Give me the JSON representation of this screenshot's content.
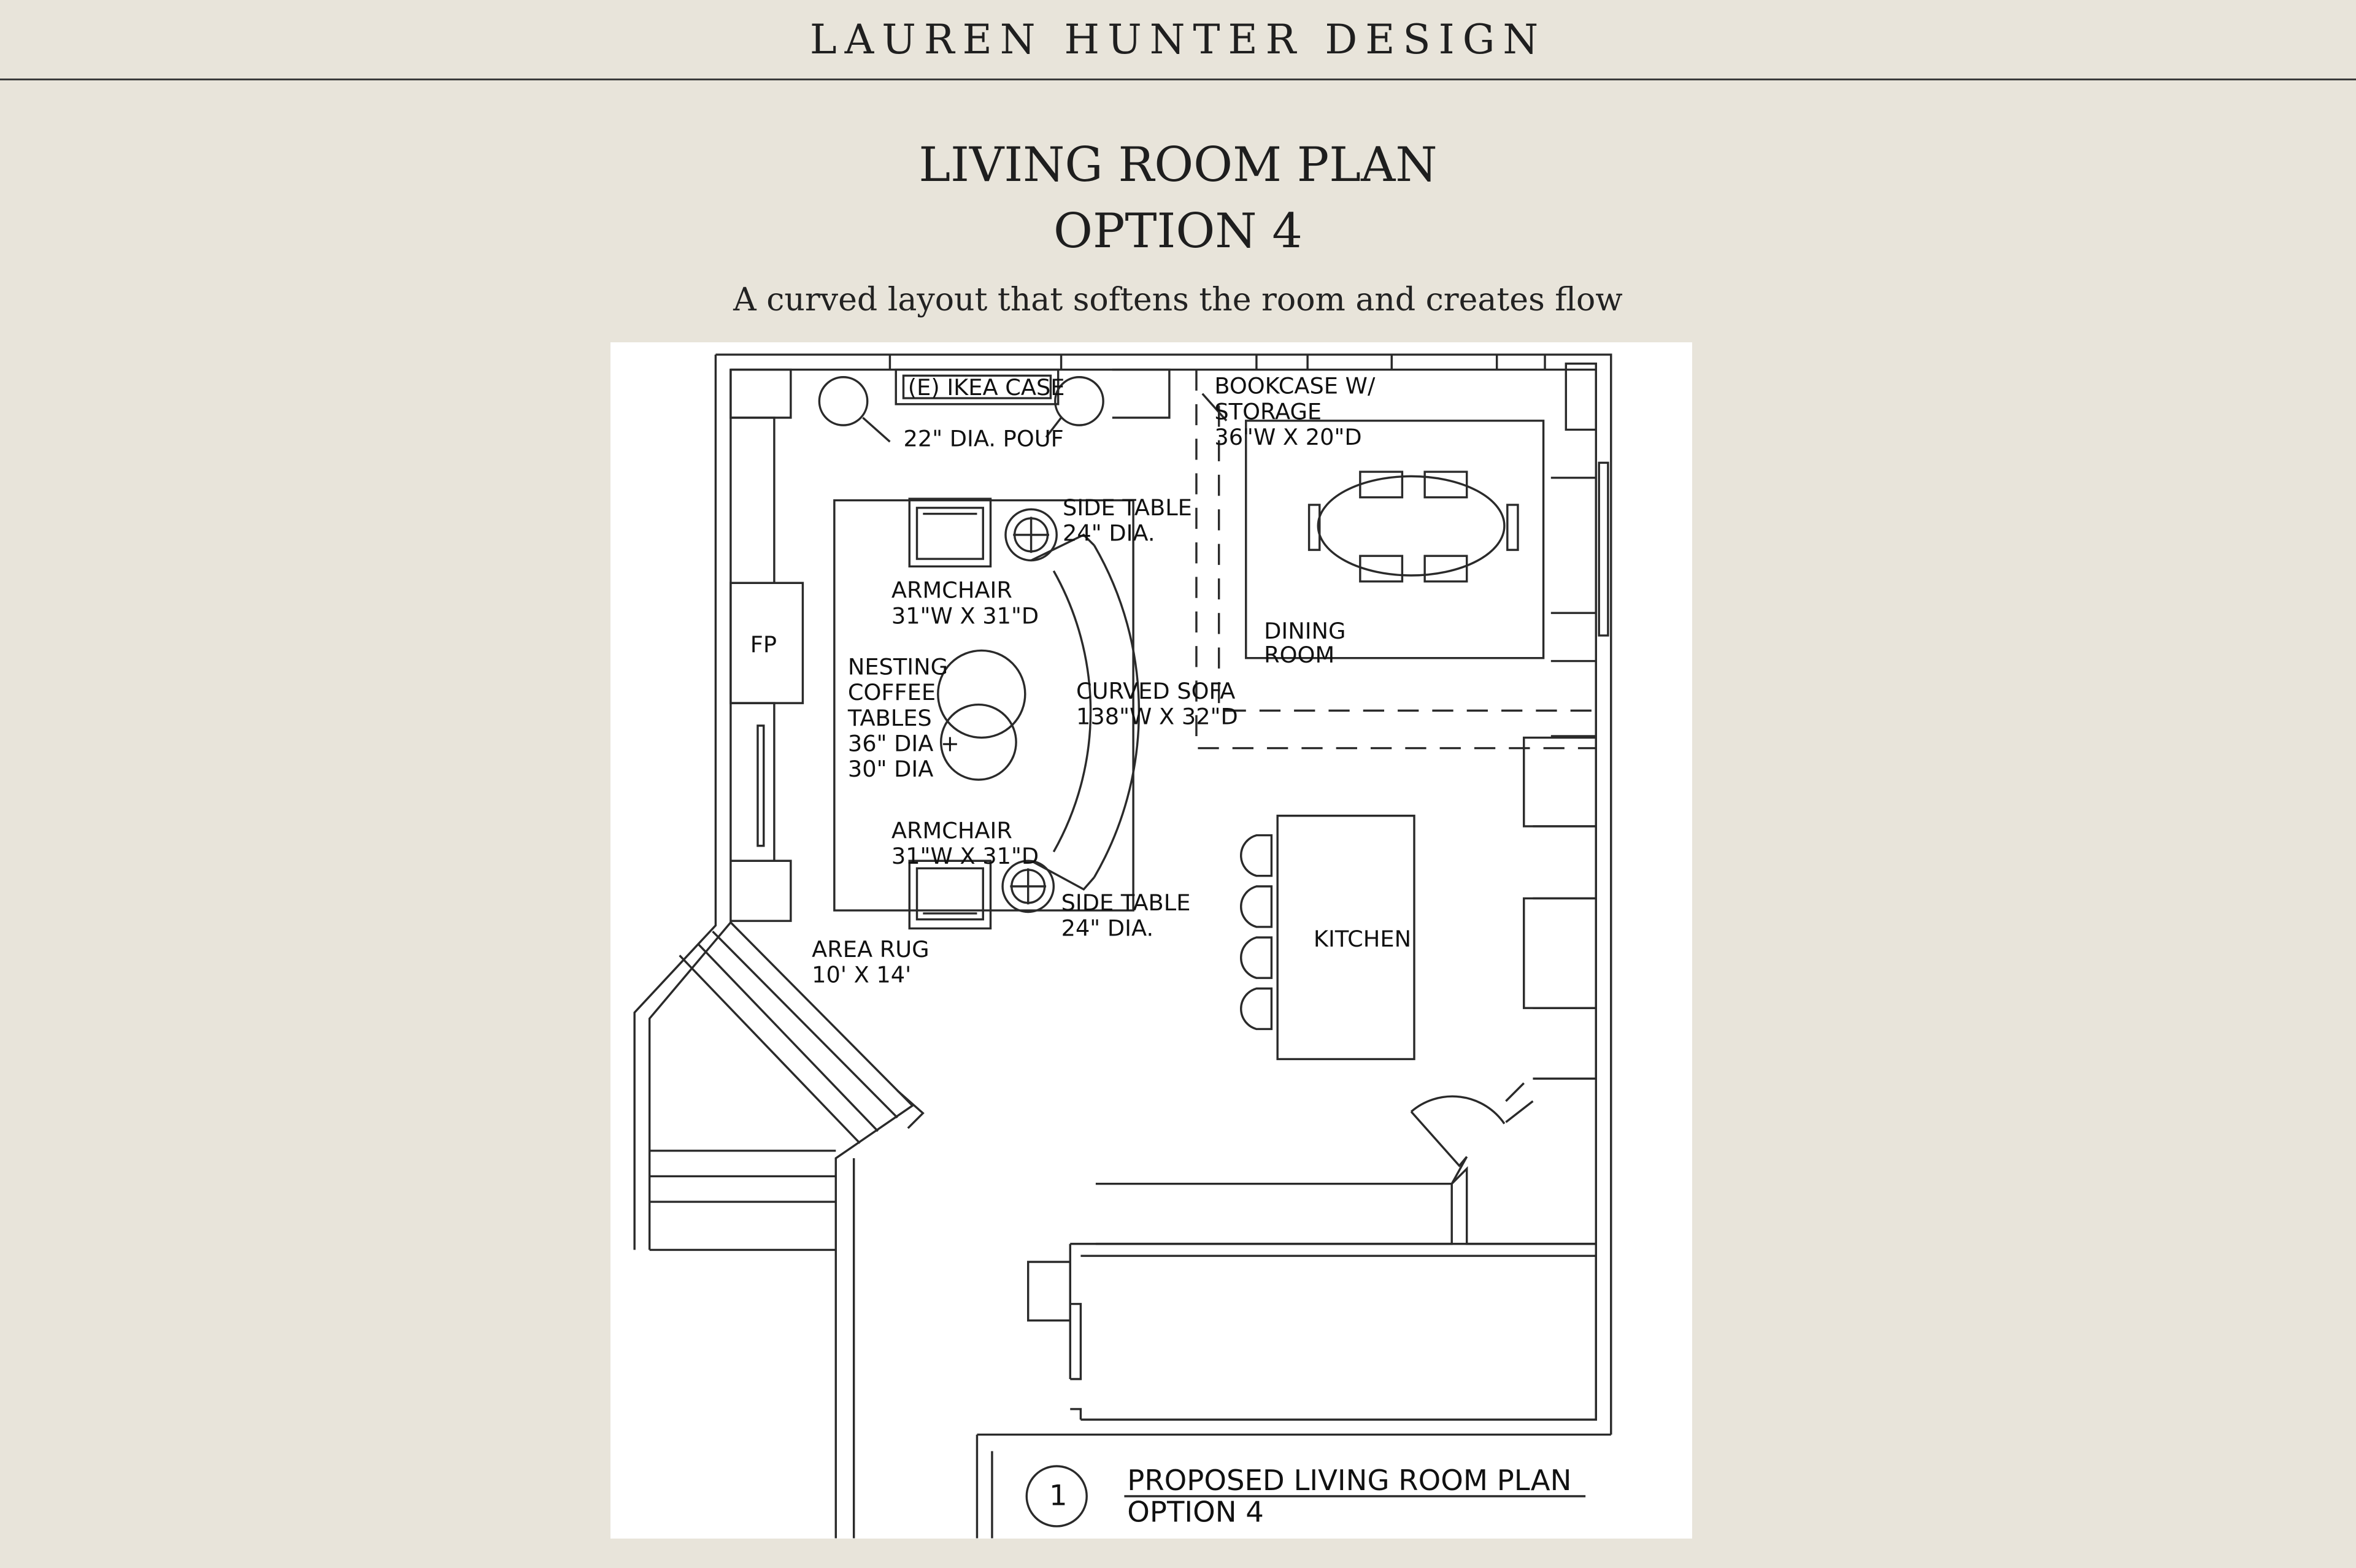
{
  "header": {
    "brand": "LAUREN HUNTER DESIGN"
  },
  "page": {
    "title_line1": "LIVING ROOM PLAN",
    "title_line2": "OPTION 4",
    "subtitle": "A curved layout that softens the room and creates flow"
  },
  "plan": {
    "labels": {
      "ikea_case": "(E)  IKEA CASE",
      "pouf": "22\" DIA. POUF",
      "bookcase_1": "BOOKCASE W/",
      "bookcase_2": "STORAGE",
      "bookcase_3": "36\"W X 20\"D",
      "side_table_top_1": "SIDE TABLE",
      "side_table_top_2": "24\" DIA.",
      "armchair_top_1": "ARMCHAIR",
      "armchair_top_2": "31\"W X 31\"D",
      "fp": "FP",
      "coffee_1": "NESTING",
      "coffee_2": "COFFEE",
      "coffee_3": "TABLES",
      "coffee_4": "36\" DIA +",
      "coffee_5": "30\" DIA",
      "sofa_1": "CURVED SOFA",
      "sofa_2": "138\"W X 32\"D",
      "armchair_bottom_1": "ARMCHAIR",
      "armchair_bottom_2": "31\"W X 31\"D",
      "side_table_bottom_1": "SIDE TABLE",
      "side_table_bottom_2": "24\" DIA.",
      "rug_1": "AREA RUG",
      "rug_2": "10' X 14'",
      "dining_1": "DINING",
      "dining_2": "ROOM",
      "kitchen": "KITCHEN",
      "drawing_number": "1",
      "drawing_title_1": "PROPOSED LIVING ROOM PLAN",
      "drawing_title_2": "OPTION 4"
    }
  }
}
